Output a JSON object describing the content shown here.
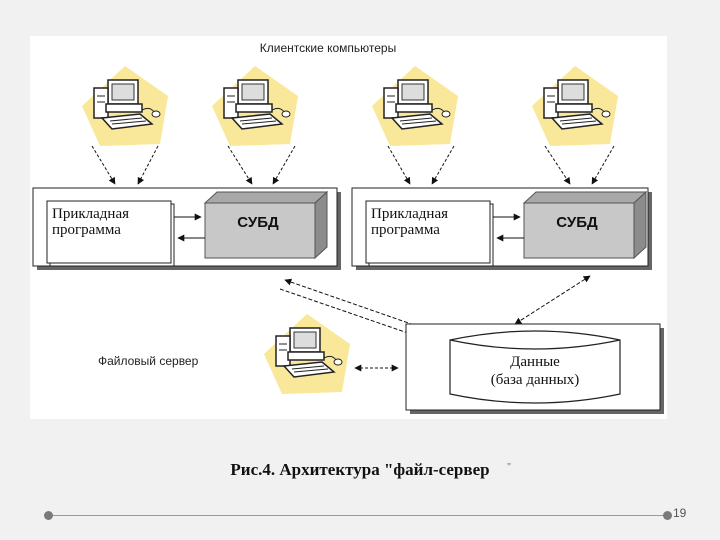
{
  "diagram": {
    "clients_label": "Клиентские компьютеры",
    "server_label": "Файловый сервер",
    "client_nodes": [
      {
        "app_label_line1": "Прикладная",
        "app_label_line2": "программа",
        "dbms_label": "СУБД"
      },
      {
        "app_label_line1": "Прикладная",
        "app_label_line2": "программа",
        "dbms_label": "СУБД"
      }
    ],
    "storage": {
      "line1": "Данные",
      "line2": "(база данных)"
    },
    "computer_icon": "desktop-computer-icon",
    "colors": {
      "highlight": "#f9e79a",
      "dbms_box": "#c8c8c8",
      "shadow": "#555555"
    }
  },
  "caption": {
    "text": "Рис.4. Архитектура \"файл-сервер",
    "mark": "\""
  },
  "footer": {
    "page_number": "19"
  }
}
